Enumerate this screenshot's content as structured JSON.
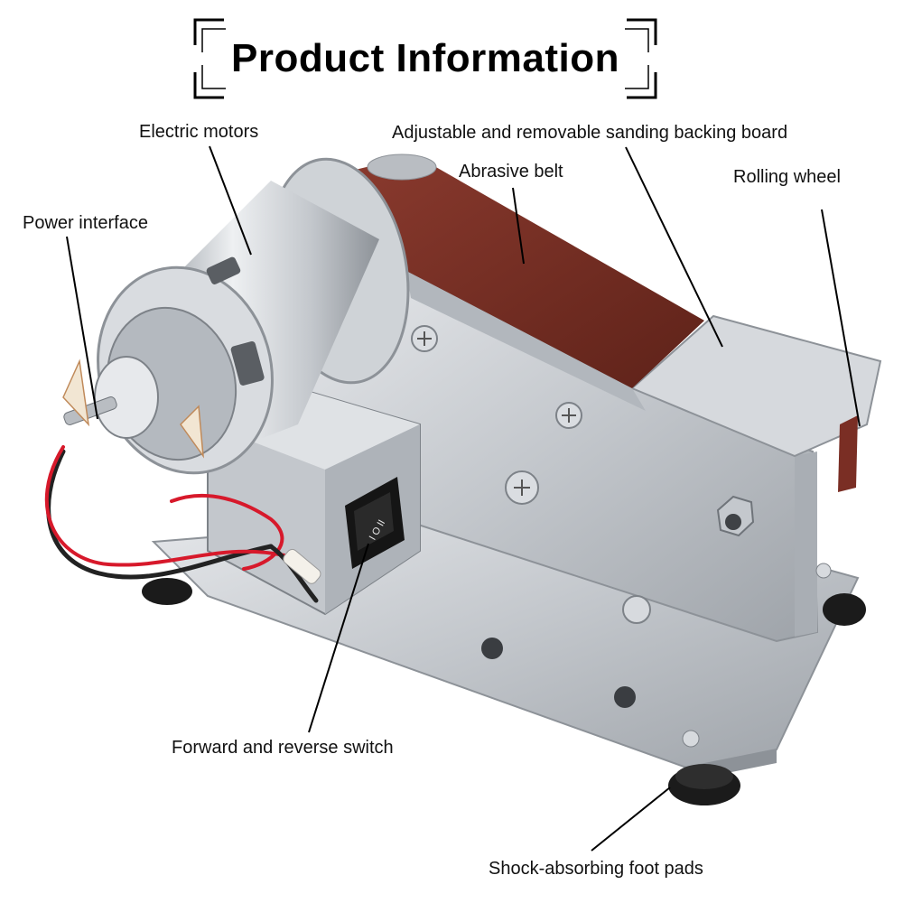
{
  "header": {
    "title": "Product Information"
  },
  "callouts": {
    "electric_motors": "Electric motors",
    "adjustable_board": "Adjustable and removable sanding backing board",
    "abrasive_belt": "Abrasive belt",
    "rolling_wheel": "Rolling wheel",
    "power_interface": "Power interface",
    "forward_reverse_switch": "Forward and reverse switch",
    "foot_pads": "Shock-absorbing foot pads"
  },
  "switch_marks": "I O II",
  "colors": {
    "belt": "#7a2e24",
    "metal": "#c9cdd2",
    "wire_red": "#d7192b",
    "wire_black": "#222222",
    "foot": "#1b1b1b"
  }
}
